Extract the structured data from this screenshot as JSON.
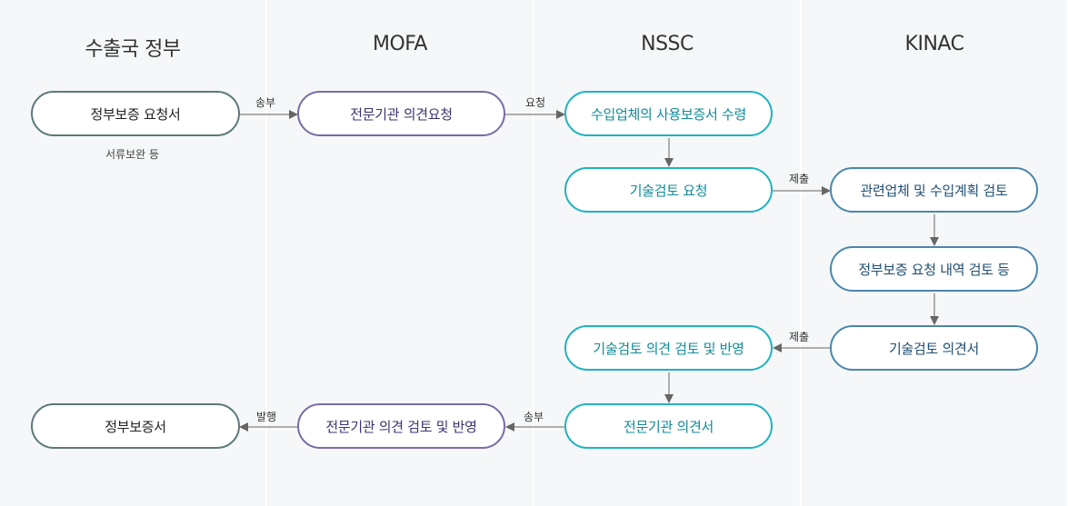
{
  "lanes": [
    "수출국 정부",
    "MOFA",
    "NSSC",
    "KINAC"
  ],
  "nodes": {
    "gov_request": "정부보증 요청서",
    "gov_request_note": "서류보완 등",
    "mofa_request": "전문기관 의견요청",
    "nssc_receive": "수입업체의 사용보증서 수령",
    "nssc_tech_request": "기술검토 요청",
    "kinac_review_plan": "관련업체 및 수입계획 검토",
    "kinac_review_request": "정부보증 요청 내역 검토 등",
    "kinac_tech_opinion": "기술검토 의견서",
    "nssc_tech_review": "기술검토 의견 검토 및 반영",
    "nssc_expert_opinion": "전문기관 의견서",
    "mofa_review": "전문기관 의견 검토 및 반영",
    "gov_certificate": "정부보증서"
  },
  "edge_labels": {
    "send1": "송부",
    "request": "요청",
    "submit1": "제출",
    "submit2": "제출",
    "send2": "송부",
    "issue": "발행"
  },
  "colors": {
    "gov": "#5d7877",
    "mofa": "#7a6aa6",
    "nssc": "#1fb3c0",
    "kinac": "#4a86ad",
    "arrow": "#666666"
  }
}
